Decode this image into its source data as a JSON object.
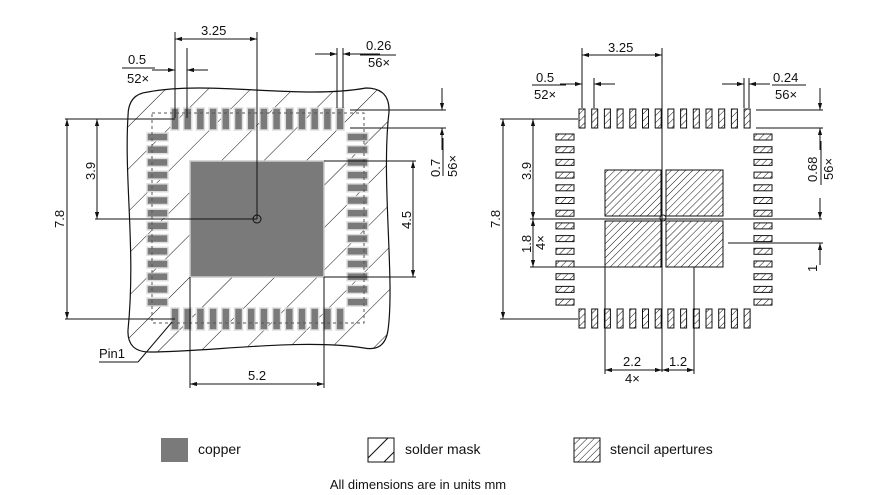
{
  "colors": {
    "copper": "#7a7a7a",
    "line": "#111111",
    "background": "#ffffff"
  },
  "left_view": {
    "dim_pitch_x": "3.25",
    "dim_pad_pitch": "0.5",
    "dim_pad_pitch_count": "52×",
    "dim_pad_width": "0.26",
    "dim_pad_width_count": "56×",
    "dim_height_total": "7.8",
    "dim_height_half": "3.9",
    "dim_pad_length": "0.7",
    "dim_pad_length_count": "56×",
    "dim_copper_height": "4.5",
    "dim_copper_width": "5.2",
    "pin1_label": "Pin1",
    "pads_per_side": 14
  },
  "right_view": {
    "dim_pitch_x": "3.25",
    "dim_pad_pitch": "0.5",
    "dim_pad_pitch_count": "52×",
    "dim_pad_width": "0.24",
    "dim_pad_width_count": "56×",
    "dim_height_total": "7.8",
    "dim_height_half": "3.9",
    "dim_aperture_height": "1.8",
    "dim_aperture_height_count": "4×",
    "dim_pad_length": "0.68",
    "dim_pad_length_count": "56×",
    "dim_aperture_gap": "1",
    "dim_aperture_width": "2.2",
    "dim_aperture_width_count": "4×",
    "dim_aperture_offset": "1.2",
    "pads_per_side": 14
  },
  "legend": [
    {
      "label": "copper",
      "icon": "copper-swatch"
    },
    {
      "label": "solder mask",
      "icon": "solder-mask-swatch"
    },
    {
      "label": "stencil apertures",
      "icon": "stencil-swatch"
    }
  ],
  "footer": "All dimensions are in units mm"
}
